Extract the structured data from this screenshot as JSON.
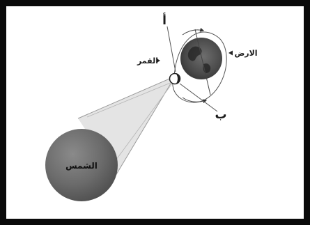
{
  "labels": {
    "sun": "الشمس",
    "moon": "القمر",
    "earth": "الارض",
    "point_a": "أ",
    "point_b": "ب"
  }
}
